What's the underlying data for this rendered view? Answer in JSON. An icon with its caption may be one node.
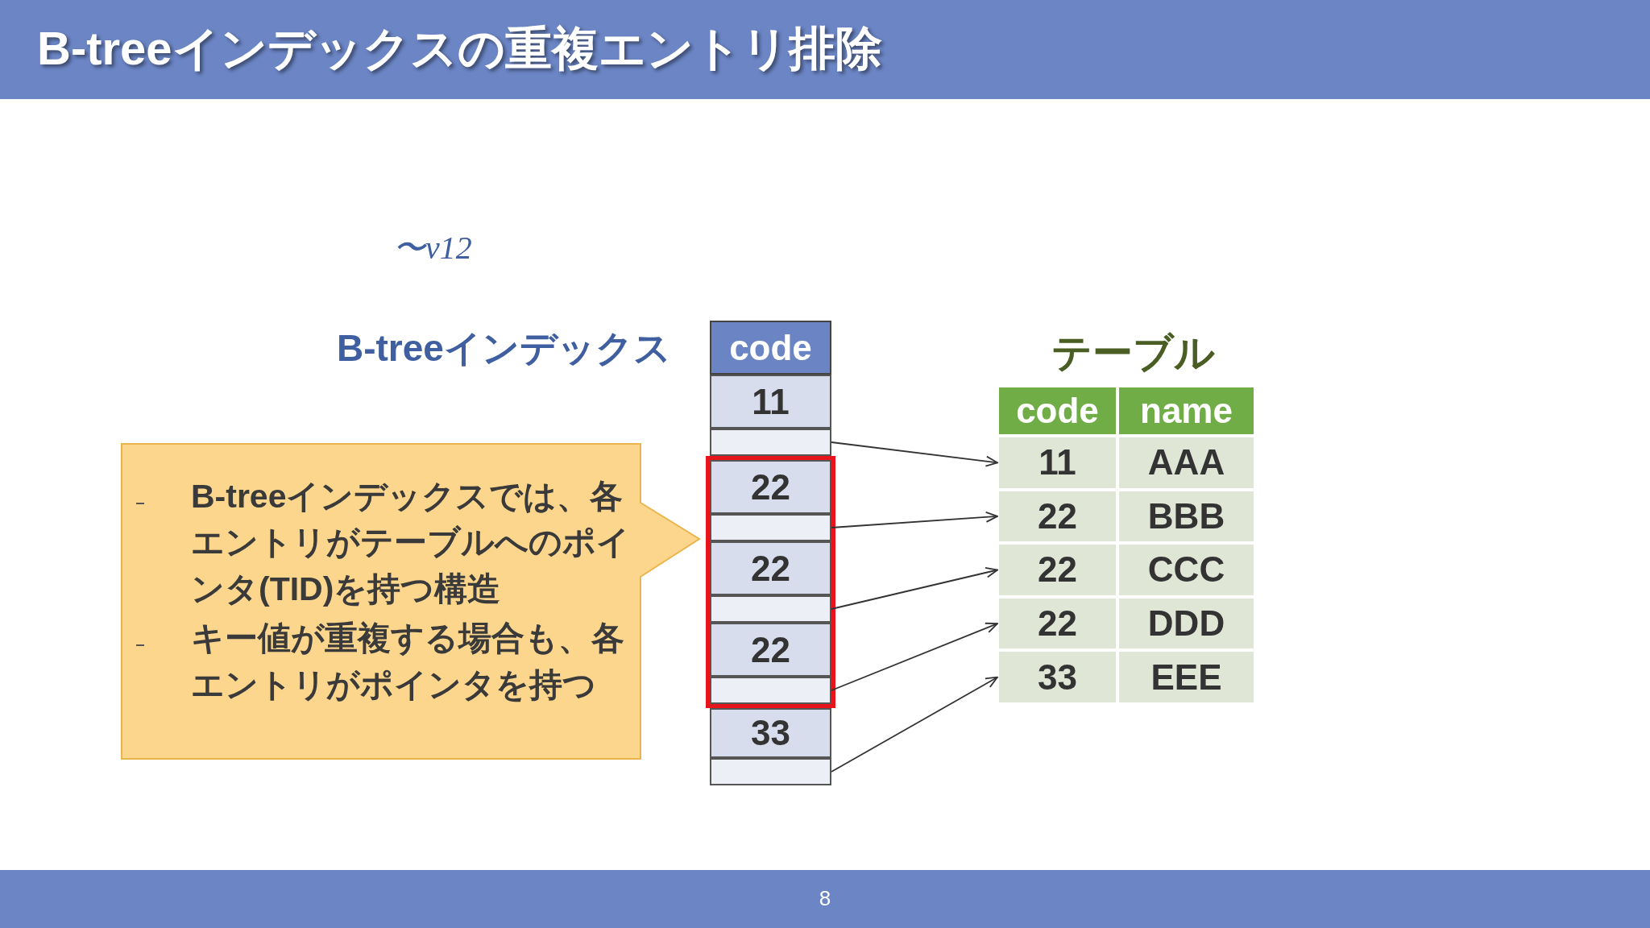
{
  "diagram": {
    "title": "B-treeインデックスの重複エントリ排除",
    "nodes": [
      {
        "text": [
          "B-treeインデックスでは、各エントリがテーブルへのポインタ(TID)を持つ構造",
          "キー値が重複する場合も、各エントリがポインタを持つ"
        ]
      },
      {
        "text": [
          "code"
        ]
      },
      {
        "text": [
          "11"
        ]
      },
      {
        "text": [],
        "shape": "box"
      },
      {
        "text": [],
        "shape": "box"
      },
      {
        "text": [
          "22"
        ],
        "in": 4
      },
      {
        "text": [],
        "shape": "box",
        "in": 4
      },
      {
        "text": [
          "22"
        ],
        "in": 4
      },
      {
        "text": [],
        "shape": "box",
        "in": 4
      },
      {
        "text": [
          "22"
        ],
        "in": 4
      },
      {
        "text": [],
        "shape": "box",
        "in": 4
      },
      {
        "text": [
          "33"
        ]
      },
      {
        "text": [],
        "shape": "box"
      },
      {
        "text": [
          "code"
        ]
      },
      {
        "text": [
          "name"
        ]
      },
      {
        "text": [
          "11"
        ]
      },
      {
        "text": [
          "AAA"
        ]
      },
      {
        "text": [
          "22"
        ]
      },
      {
        "text": [
          "BBB"
        ]
      },
      {
        "text": [
          "22"
        ]
      },
      {
        "text": [
          "CCC"
        ]
      },
      {
        "text": [
          "22"
        ]
      },
      {
        "text": [
          "DDD"
        ]
      },
      {
        "text": [
          "33"
        ]
      },
      {
        "text": [
          "EEE"
        ]
      }
    ],
    "edges": [
      {
        "from": 3,
        "to": 15,
        "arrow": "to"
      },
      {
        "from": 6,
        "to": 17,
        "arrow": "to"
      },
      {
        "from": 8,
        "to": 19,
        "arrow": "to"
      },
      {
        "from": 10,
        "to": 21,
        "arrow": "to"
      },
      {
        "from": 12,
        "to": 23,
        "arrow": "to"
      }
    ],
    "labels": [
      "〜v12",
      "B-treeインデックス",
      "テーブル",
      "8"
    ]
  }
}
